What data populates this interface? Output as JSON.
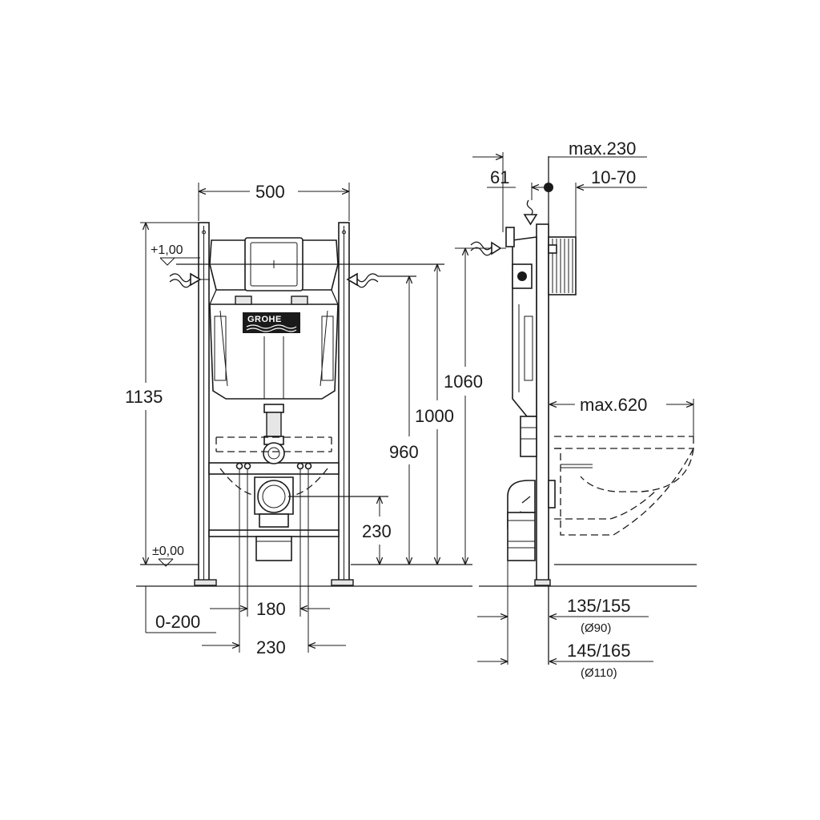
{
  "logo": "GROHE",
  "front_view": {
    "width": "500",
    "total_height": "1135",
    "level_top": "+1,00",
    "level_zero": "±0,00",
    "floor_adjust": "0-200",
    "inner_spacing": "180",
    "outer_spacing": "230",
    "outlet_height": "230",
    "height_960": "960",
    "height_1000": "1000",
    "height_1060": "1060"
  },
  "side_view": {
    "depth_max": "max.230",
    "depth_61": "61",
    "depth_adjust": "10-70",
    "bowl_projection": "max.620",
    "outlet_90": "135/155",
    "outlet_90_dia": "(Ø90)",
    "outlet_110": "145/165",
    "outlet_110_dia": "(Ø110)"
  }
}
